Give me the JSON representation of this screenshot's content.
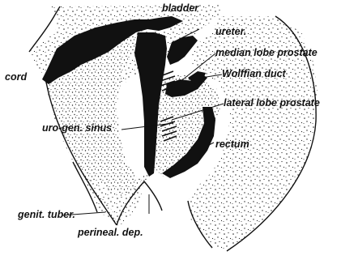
{
  "figure": {
    "labels": {
      "bladder": "bladder",
      "ureter": "ureter.",
      "median_lobe": "median lobe prostate",
      "cord": "cord",
      "wolffian_duct": "Wolffian duct",
      "lateral_lobe": "lateral lobe prostate",
      "urogen_sinus": "uro-gen. sinus",
      "rectum": "rectum",
      "genit_tuber": "genit. tuber.",
      "perineal_dep": "perineal. dep."
    }
  }
}
